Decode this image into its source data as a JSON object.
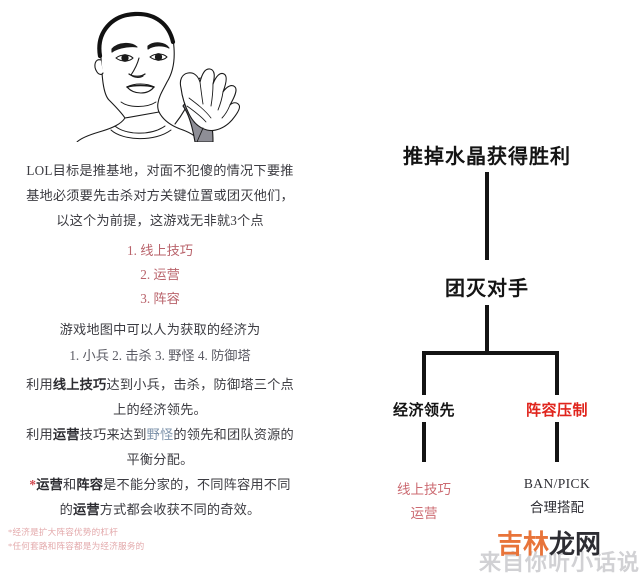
{
  "article": {
    "paragraph1_line1": "LOL目标是推基地，对面不犯傻的情况下要推",
    "paragraph1_line2": "基地必须要先击杀对方关键位置或团灭他们，",
    "paragraph1_line3": "以这个为前提，这游戏无非就3个点",
    "three_points": [
      "1. 线上技巧",
      "2. 运营",
      "3. 阵容"
    ],
    "economy_intro": "游戏地图中可以人为获取的经济为",
    "economy_sources": "1. 小兵  2. 击杀  3. 野怪  4. 防御塔",
    "p2_a": "利用",
    "p2_b": "线上技巧",
    "p2_c": "达到小兵，击杀，防御塔三个点",
    "p2_line2": "上的经济领先。",
    "p3_a": "利用",
    "p3_b": "运营",
    "p3_c": "技巧来达到",
    "p3_d": "野怪",
    "p3_e": "的领先和团队资源的",
    "p3_line2": "平衡分配。",
    "p4_star": "*",
    "p4_b1": "运营",
    "p4_mid": "和",
    "p4_b2": "阵容",
    "p4_rest": "是不能分家的，不同阵容用不同",
    "p4_line2_a": "的",
    "p4_line2_b": "运营",
    "p4_line2_c": "方式都会收获不同的奇效。",
    "footnotes": [
      "*经济是扩大阵容优势的杠杆",
      "*任何套路和阵容都是为经济服务的"
    ]
  },
  "tree": {
    "root": "推掉水晶获得胜利",
    "wipe": "团灭对手",
    "branch_left": "经济领先",
    "branch_right": "阵容压制",
    "leaf_left": [
      "线上技巧",
      "运营"
    ],
    "leaf_right": [
      "BAN/PICK",
      "合理搭配"
    ]
  },
  "watermark": {
    "orange_part": "吉林",
    "dark_part": "龙网",
    "ghost": "来自你听小话说"
  },
  "colors": {
    "red_accent": "#e0241c",
    "pink_text": "#cc6b72",
    "body_text": "#3c3c42",
    "line_black": "#141414",
    "watermark_orange": "#e8743a"
  }
}
